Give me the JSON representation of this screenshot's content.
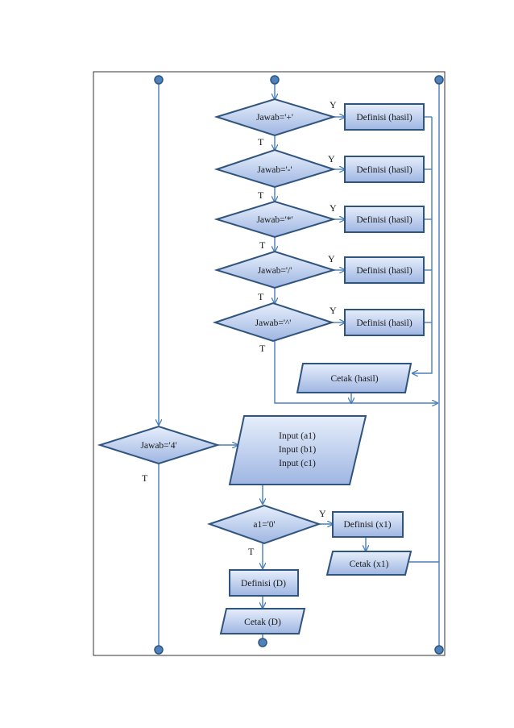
{
  "colors": {
    "shape_fill_top": "#e6eefb",
    "shape_fill_bottom": "#9fb6e2",
    "shape_stroke": "#2f557f",
    "connector": "#4a7ebb",
    "frame": "#333333"
  },
  "decisions": {
    "d_plus": "Jawab='+'",
    "d_minus": "Jawab='-'",
    "d_mul": "Jawab='*'",
    "d_div": "Jawab='/'",
    "d_pow": "Jawab='^'",
    "d_four": "Jawab='4'",
    "d_a1": "a1='0'"
  },
  "processes": {
    "def_plus": "Definisi  (hasil)",
    "def_minus": "Definisi  (hasil)",
    "def_mul": "Definisi  (hasil)",
    "def_div": "Definisi  (hasil)",
    "def_pow": "Definisi  (hasil)",
    "def_x1": "Definisi  (x1)",
    "def_d": "Definisi  (D)"
  },
  "io": {
    "cetak_hasil": "Cetak (hasil)",
    "input_lines": [
      "Input  (a1)",
      "Input  (b1)",
      "Input  (c1)"
    ],
    "cetak_x1": "Cetak (x1)",
    "cetak_d": "Cetak (D)"
  },
  "branch_labels": {
    "yes": "Y",
    "no": "T"
  }
}
